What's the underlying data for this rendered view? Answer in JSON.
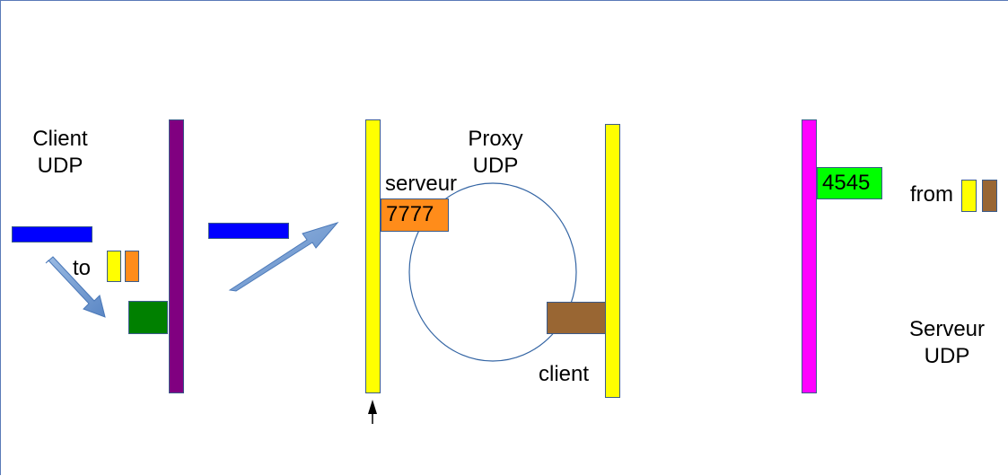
{
  "colors": {
    "client_bar": "#800080",
    "proxy_bar": "#ffff00",
    "server_bar": "#ff00ff",
    "packet": "#0000ff",
    "client_port": "#008000",
    "proxy_server_port": "#ff8c1a",
    "proxy_client_port": "#996633",
    "server_port": "#00ff00",
    "arrow": "#729fcf",
    "circle": "#3465a4"
  },
  "client": {
    "label_line1": "Client",
    "label_line2": "UDP",
    "to_label": "to"
  },
  "proxy": {
    "label_line1": "Proxy",
    "label_line2": "UDP",
    "serveur_label": "serveur",
    "serveur_port": "7777",
    "client_label": "client"
  },
  "server": {
    "label_line1": "Serveur",
    "label_line2": "UDP",
    "port": "4545",
    "from_label": "from"
  }
}
